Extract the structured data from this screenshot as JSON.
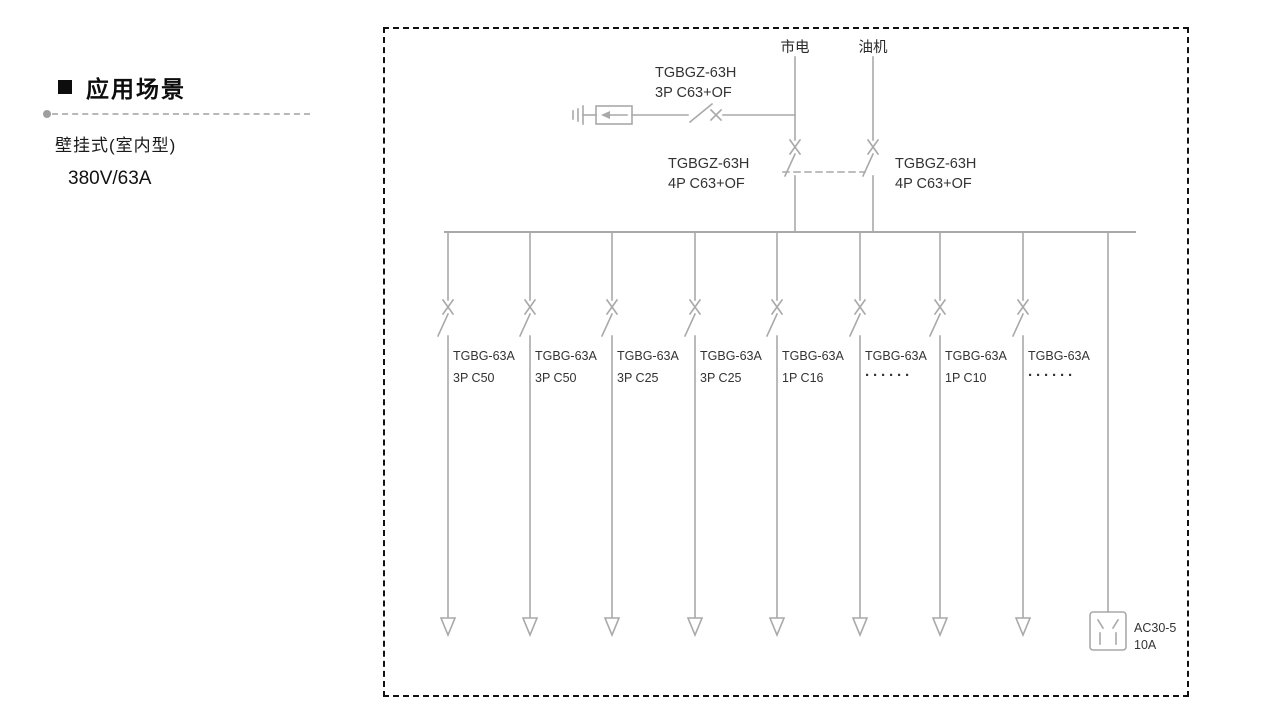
{
  "left": {
    "title": "应用场景",
    "mount_type": "壁挂式(室内型)",
    "rating": "380V/63A"
  },
  "diagram": {
    "sources": {
      "mains": "市电",
      "generator": "油机"
    },
    "spd_breaker": {
      "model": "TGBGZ-63H",
      "spec": "3P C63+OF"
    },
    "transfer_left": {
      "model": "TGBGZ-63H",
      "spec": "4P C63+OF"
    },
    "transfer_right": {
      "model": "TGBGZ-63H",
      "spec": "4P C63+OF"
    },
    "feeders": [
      {
        "model": "TGBG-63A",
        "spec": "3P C50"
      },
      {
        "model": "TGBG-63A",
        "spec": "3P C50"
      },
      {
        "model": "TGBG-63A",
        "spec": "3P C25"
      },
      {
        "model": "TGBG-63A",
        "spec": "3P C25"
      },
      {
        "model": "TGBG-63A",
        "spec": "1P C16"
      },
      {
        "model": "TGBG-63A",
        "spec": "······"
      },
      {
        "model": "TGBG-63A",
        "spec": "1P C10"
      },
      {
        "model": "TGBG-63A",
        "spec": "······"
      }
    ],
    "socket": {
      "model": "AC30-5",
      "spec": "10A"
    }
  },
  "colors": {
    "line_gray": "#a9a9a9",
    "text_dark": "#333333",
    "border_black": "#111111"
  }
}
